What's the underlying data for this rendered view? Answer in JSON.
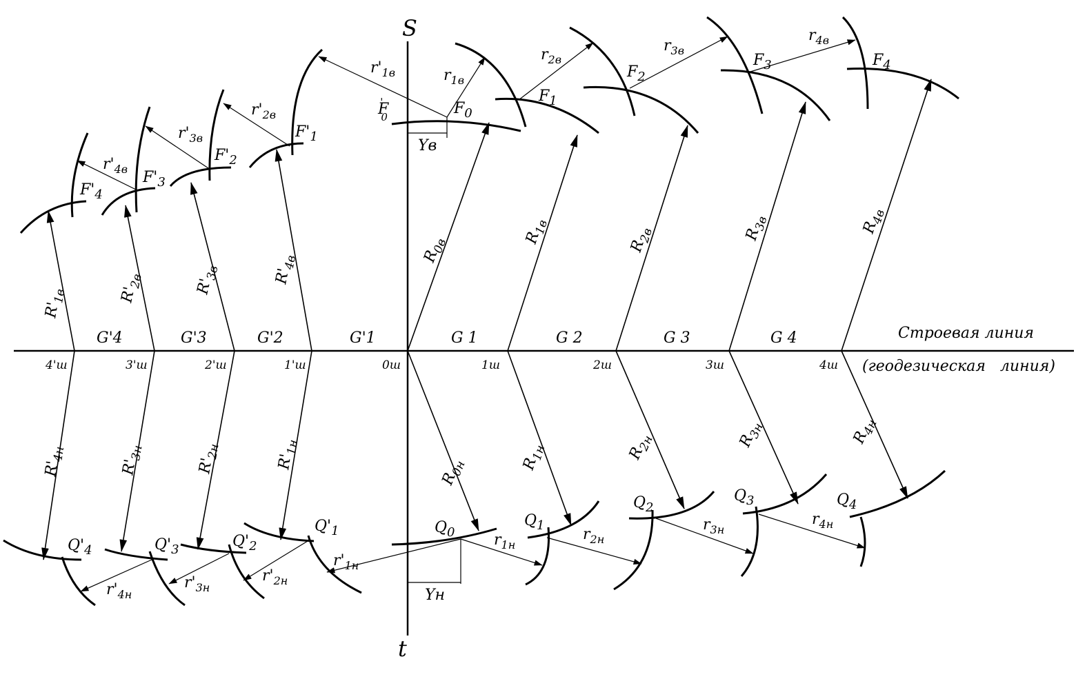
{
  "axes": {
    "s_label": "S",
    "t_label": "t",
    "line_caption": "Строевая линия",
    "line_caption2": "(геодезическая   линия)"
  },
  "stations": [
    "4'ш",
    "3'ш",
    "2'ш",
    "1'ш",
    "0ш",
    "1ш",
    "2ш",
    "3ш",
    "4ш"
  ],
  "sections": [
    "G'4",
    "G'3",
    "G'2",
    "G'1",
    "G 1",
    "G 2",
    "G 3",
    "G 4"
  ],
  "upper_points": {
    "F0p": {
      "base": "F",
      "sup": "'",
      "sub": "0"
    },
    "F0": {
      "base": "F",
      "sub": "0"
    },
    "F1": {
      "base": "F",
      "sub": "1"
    },
    "F2": {
      "base": "F",
      "sub": "2"
    },
    "F3": {
      "base": "F",
      "sub": "3"
    },
    "F4": {
      "base": "F",
      "sub": "4"
    },
    "F1p": {
      "base": "F'",
      "sub": "1"
    },
    "F2p": {
      "base": "F'",
      "sub": "2"
    },
    "F3p": {
      "base": "F'",
      "sub": "3"
    },
    "F4p": {
      "base": "F'",
      "sub": "4"
    }
  },
  "lower_points": {
    "Q0": {
      "base": "Q",
      "sub": "0"
    },
    "Q1": {
      "base": "Q",
      "sub": "1"
    },
    "Q2": {
      "base": "Q",
      "sub": "2"
    },
    "Q3": {
      "base": "Q",
      "sub": "3"
    },
    "Q4": {
      "base": "Q",
      "sub": "4"
    },
    "Q1p": {
      "base": "Q'",
      "sub": "1"
    },
    "Q2p": {
      "base": "Q'",
      "sub": "2"
    },
    "Q3p": {
      "base": "Q'",
      "sub": "3"
    },
    "Q4p": {
      "base": "Q'",
      "sub": "4"
    }
  },
  "upper_radii": {
    "R0": {
      "base": "R",
      "sub": "0в"
    },
    "R1": {
      "base": "R",
      "sub": "1в"
    },
    "R2": {
      "base": "R",
      "sub": "2в"
    },
    "R3": {
      "base": "R",
      "sub": "3в"
    },
    "R4": {
      "base": "R",
      "sub": "4в"
    },
    "R1p": {
      "base": "R'",
      "sub": "1в"
    },
    "R2p": {
      "base": "R'",
      "sub": "2в"
    },
    "R3p": {
      "base": "R'",
      "sub": "3в"
    },
    "R4p": {
      "base": "R'",
      "sub": "4в"
    }
  },
  "lower_radii": {
    "R0": {
      "base": "R",
      "sub": "0н"
    },
    "R1": {
      "base": "R",
      "sub": "1н"
    },
    "R2": {
      "base": "R",
      "sub": "2н"
    },
    "R3": {
      "base": "R",
      "sub": "3н"
    },
    "R4": {
      "base": "R",
      "sub": "4н"
    },
    "R1p": {
      "base": "R'",
      "sub": "1н"
    },
    "R2p": {
      "base": "R'",
      "sub": "2н"
    },
    "R3p": {
      "base": "R'",
      "sub": "3н"
    },
    "R4p": {
      "base": "R'",
      "sub": "4н"
    }
  },
  "upper_small_radii": {
    "r1": {
      "base": "r",
      "sub": "1в"
    },
    "r2": {
      "base": "r",
      "sub": "2в"
    },
    "r3": {
      "base": "r",
      "sub": "3в"
    },
    "r4": {
      "base": "r",
      "sub": "4в"
    },
    "r1p": {
      "base": "r'",
      "sub": "1в"
    },
    "r2p": {
      "base": "r'",
      "sub": "2в"
    },
    "r3p": {
      "base": "r'",
      "sub": "3в"
    },
    "r4p": {
      "base": "r'",
      "sub": "4в"
    }
  },
  "lower_small_radii": {
    "r1": {
      "base": "r",
      "sub": "1н"
    },
    "r2": {
      "base": "r",
      "sub": "2н"
    },
    "r3": {
      "base": "r",
      "sub": "3н"
    },
    "r4": {
      "base": "r",
      "sub": "4н"
    },
    "r1p": {
      "base": "r'",
      "sub": "1н"
    },
    "r2p": {
      "base": "r'",
      "sub": "2н"
    },
    "r3p": {
      "base": "r'",
      "sub": "3н"
    },
    "r4p": {
      "base": "r'",
      "sub": "4н"
    }
  },
  "offsets": {
    "Yv": "Yв",
    "Yn": "Yн"
  }
}
